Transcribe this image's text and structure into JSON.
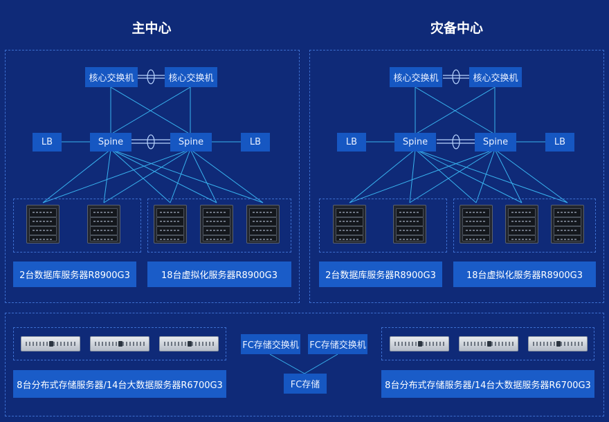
{
  "titles": {
    "main": "主中心",
    "dr": "灾备中心"
  },
  "main_center": {
    "core_switch_1": "核心交换机",
    "core_switch_2": "核心交换机",
    "lb_left": "LB",
    "spine_1": "Spine",
    "spine_2": "Spine",
    "lb_right": "LB",
    "db_servers_label": "2台数据库服务器R8900G3",
    "virt_servers_label": "18台虚拟化服务器R8900G3"
  },
  "dr_center": {
    "core_switch_1": "核心交换机",
    "core_switch_2": "核心交换机",
    "lb_left": "LB",
    "spine_1": "Spine",
    "spine_2": "Spine",
    "lb_right": "LB",
    "db_servers_label": "2台数据库服务器R8900G3",
    "virt_servers_label": "18台虚拟化服务器R8900G3"
  },
  "storage": {
    "left_label": "8台分布式存储服务器/14台大数据服务器R6700G3",
    "right_label": "8台分布式存储服务器/14台大数据服务器R6700G3",
    "fc_switch_1": "FC存储交换机",
    "fc_switch_2": "FC存储交换机",
    "fc_storage": "FC存储"
  },
  "colors": {
    "background": "#0f2a78",
    "node": "#1657c2",
    "line": "#39b4f0",
    "dash": "#3d6fd0"
  }
}
